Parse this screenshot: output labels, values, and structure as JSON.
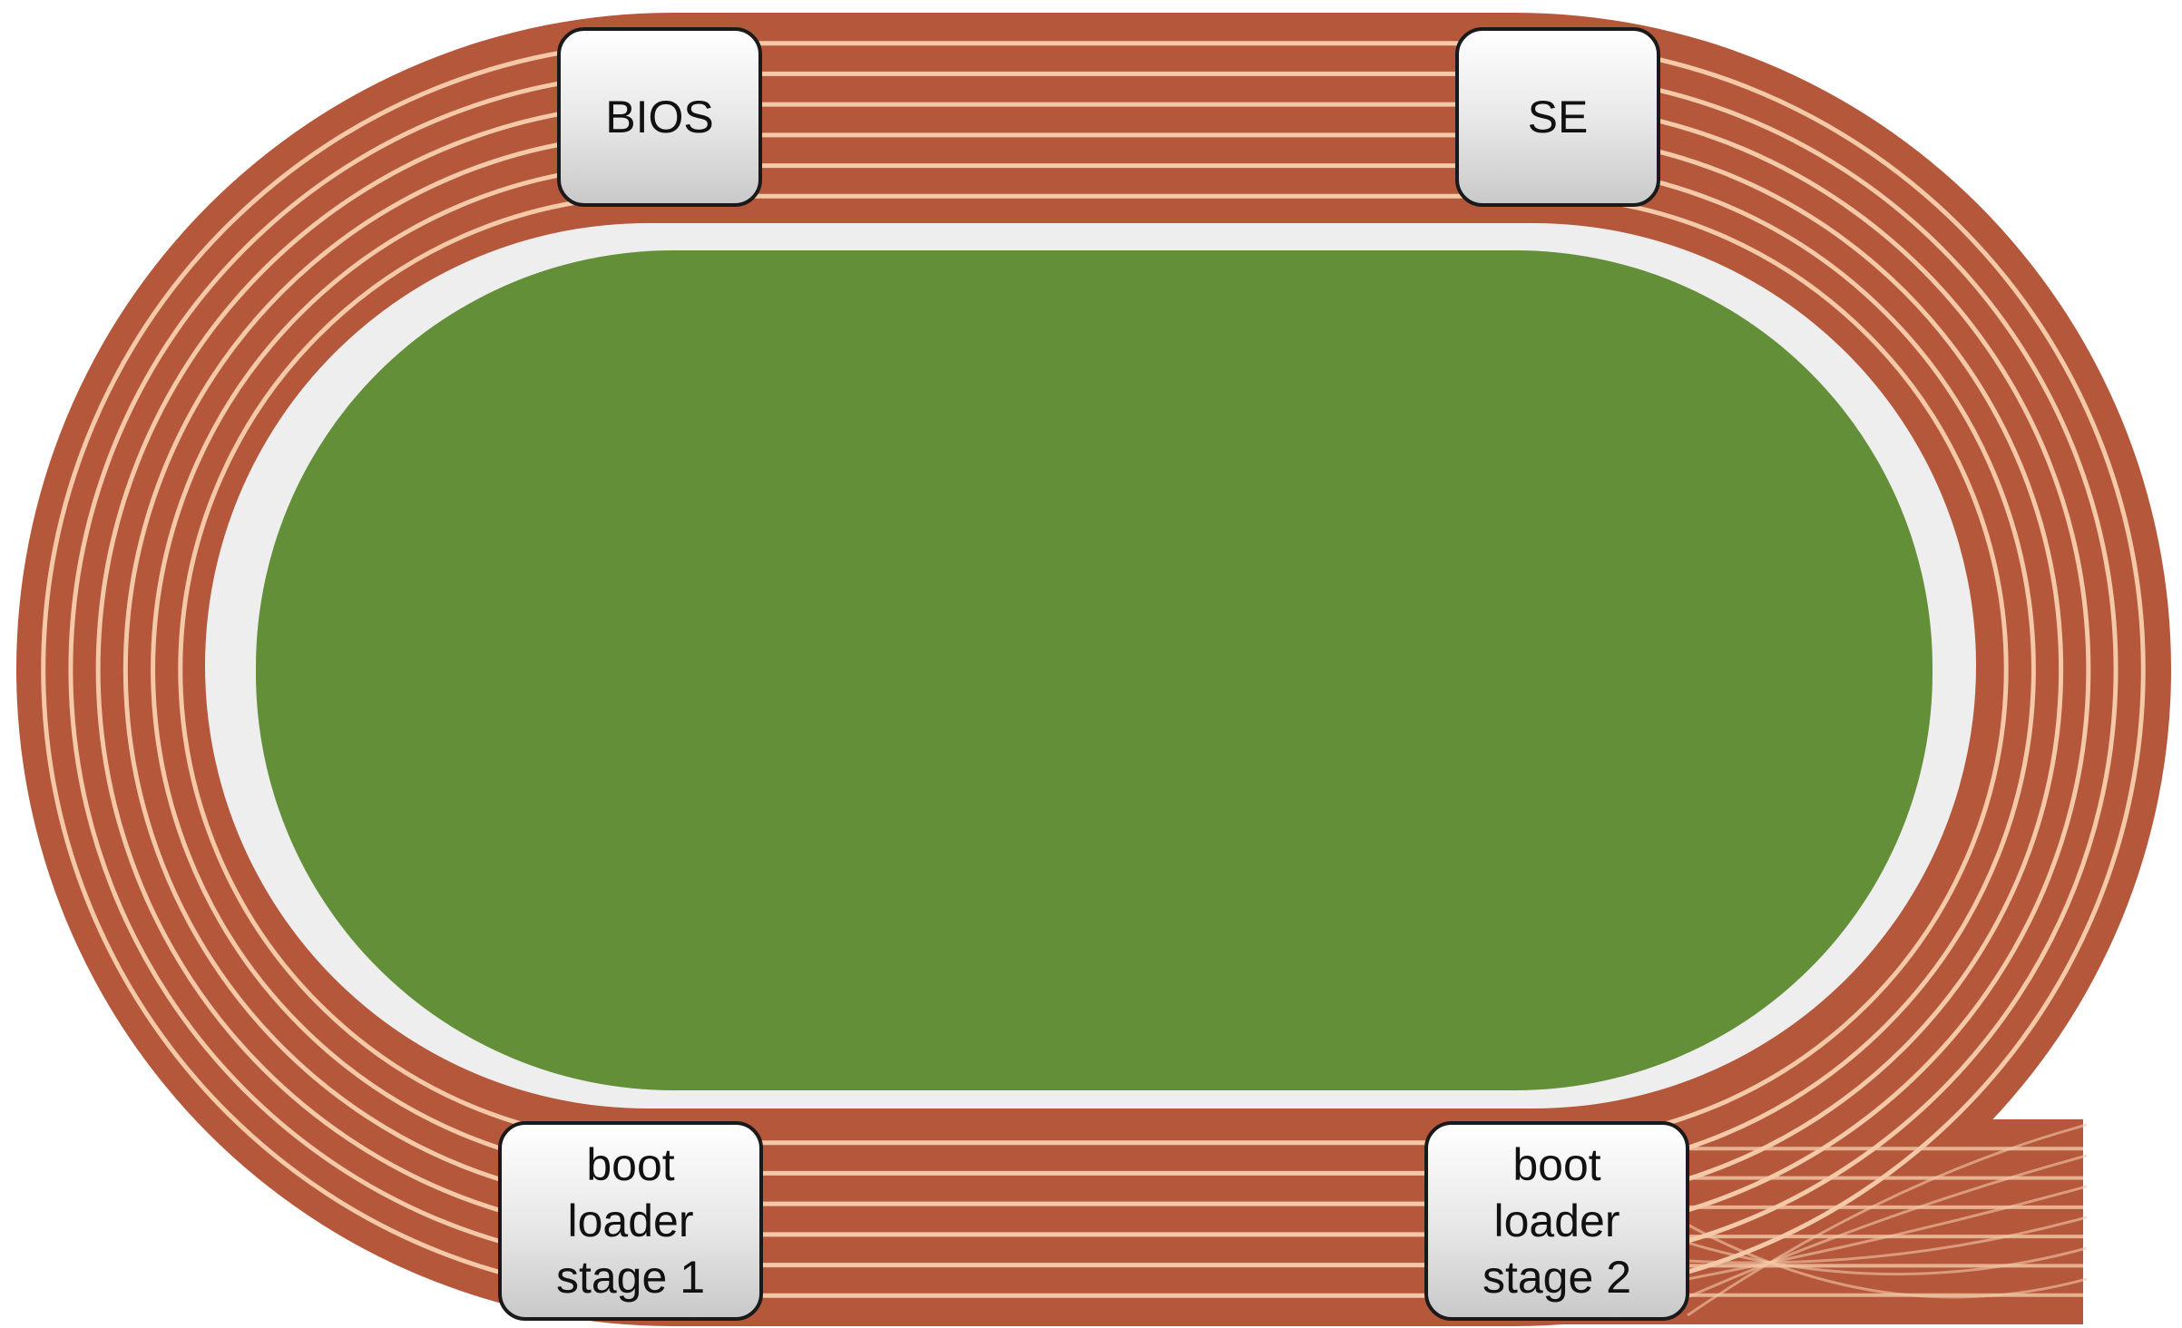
{
  "colors": {
    "track": "#b5573a",
    "lane_line": "#f4c9a8",
    "infield": "#638f38",
    "inner_border": "#eeeeee"
  },
  "stages": {
    "bios": {
      "lines": [
        "BIOS"
      ]
    },
    "se": {
      "lines": [
        "SE"
      ]
    },
    "boot1": {
      "lines": [
        "boot",
        "loader",
        "stage 1"
      ]
    },
    "boot2": {
      "lines": [
        "boot",
        "loader",
        "stage 2"
      ]
    }
  }
}
